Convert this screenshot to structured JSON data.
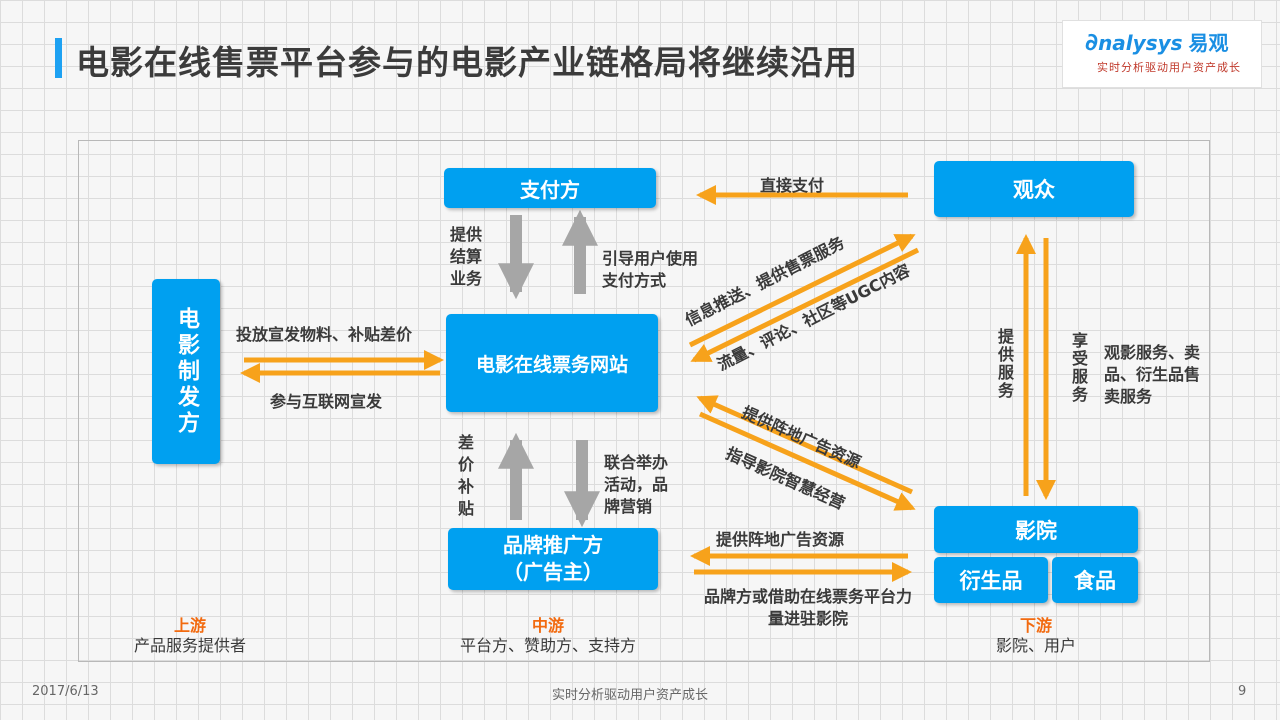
{
  "title": "电影在线售票平台参与的电影产业链格局将继续沿用",
  "logo": {
    "brand": "nalysys",
    "brand_cn": "易观",
    "tagline": "实时分析驱动用户资产成长"
  },
  "nodes": {
    "payment": "支付方",
    "audience": "观众",
    "distributor": "电影制发方",
    "platform": "电影在线票务网站",
    "brand_line1": "品牌推广方",
    "brand_line2": "（广告主）",
    "cinema": "影院",
    "derivatives": "衍生品",
    "food": "食品"
  },
  "edges": {
    "direct_pay": "直接支付",
    "settlement": "提供结算业务",
    "guide_pay": "引导用户使用支付方式",
    "info_push": "信息推送、提供售票服务",
    "traffic_ugc": "流量、评论、社区等UGC内容",
    "release_materials": "投放宣发物料、补贴差价",
    "internet_promo": "参与互联网宣发",
    "price_subsidy": "差价补贴",
    "joint_events": "联合举办活动，品牌营销",
    "ad_resource_1": "提供阵地广告资源",
    "smart_ops": "指导影院智慧经营",
    "ad_resource_2": "提供阵地广告资源",
    "brand_enter": "品牌方或借助在线票务平台力量进驻影院",
    "provide_service": "提供服务",
    "enjoy_service": "享受服务",
    "cinema_services": "观影服务、卖品、衍生品售卖服务"
  },
  "stages": {
    "upstream": {
      "name": "上游",
      "desc": "产品服务提供者"
    },
    "midstream": {
      "name": "中游",
      "desc": "平台方、赞助方、支持方"
    },
    "downstream": {
      "name": "下游",
      "desc": "影院、用户"
    }
  },
  "footer": {
    "date": "2017/6/13",
    "slogan": "实时分析驱动用户资产成长",
    "page": "9"
  },
  "colors": {
    "box": "#00a0f0",
    "arrow_orange": "#f7a21b",
    "arrow_gray": "#a6a6a6",
    "stage": "#f26a0f"
  }
}
